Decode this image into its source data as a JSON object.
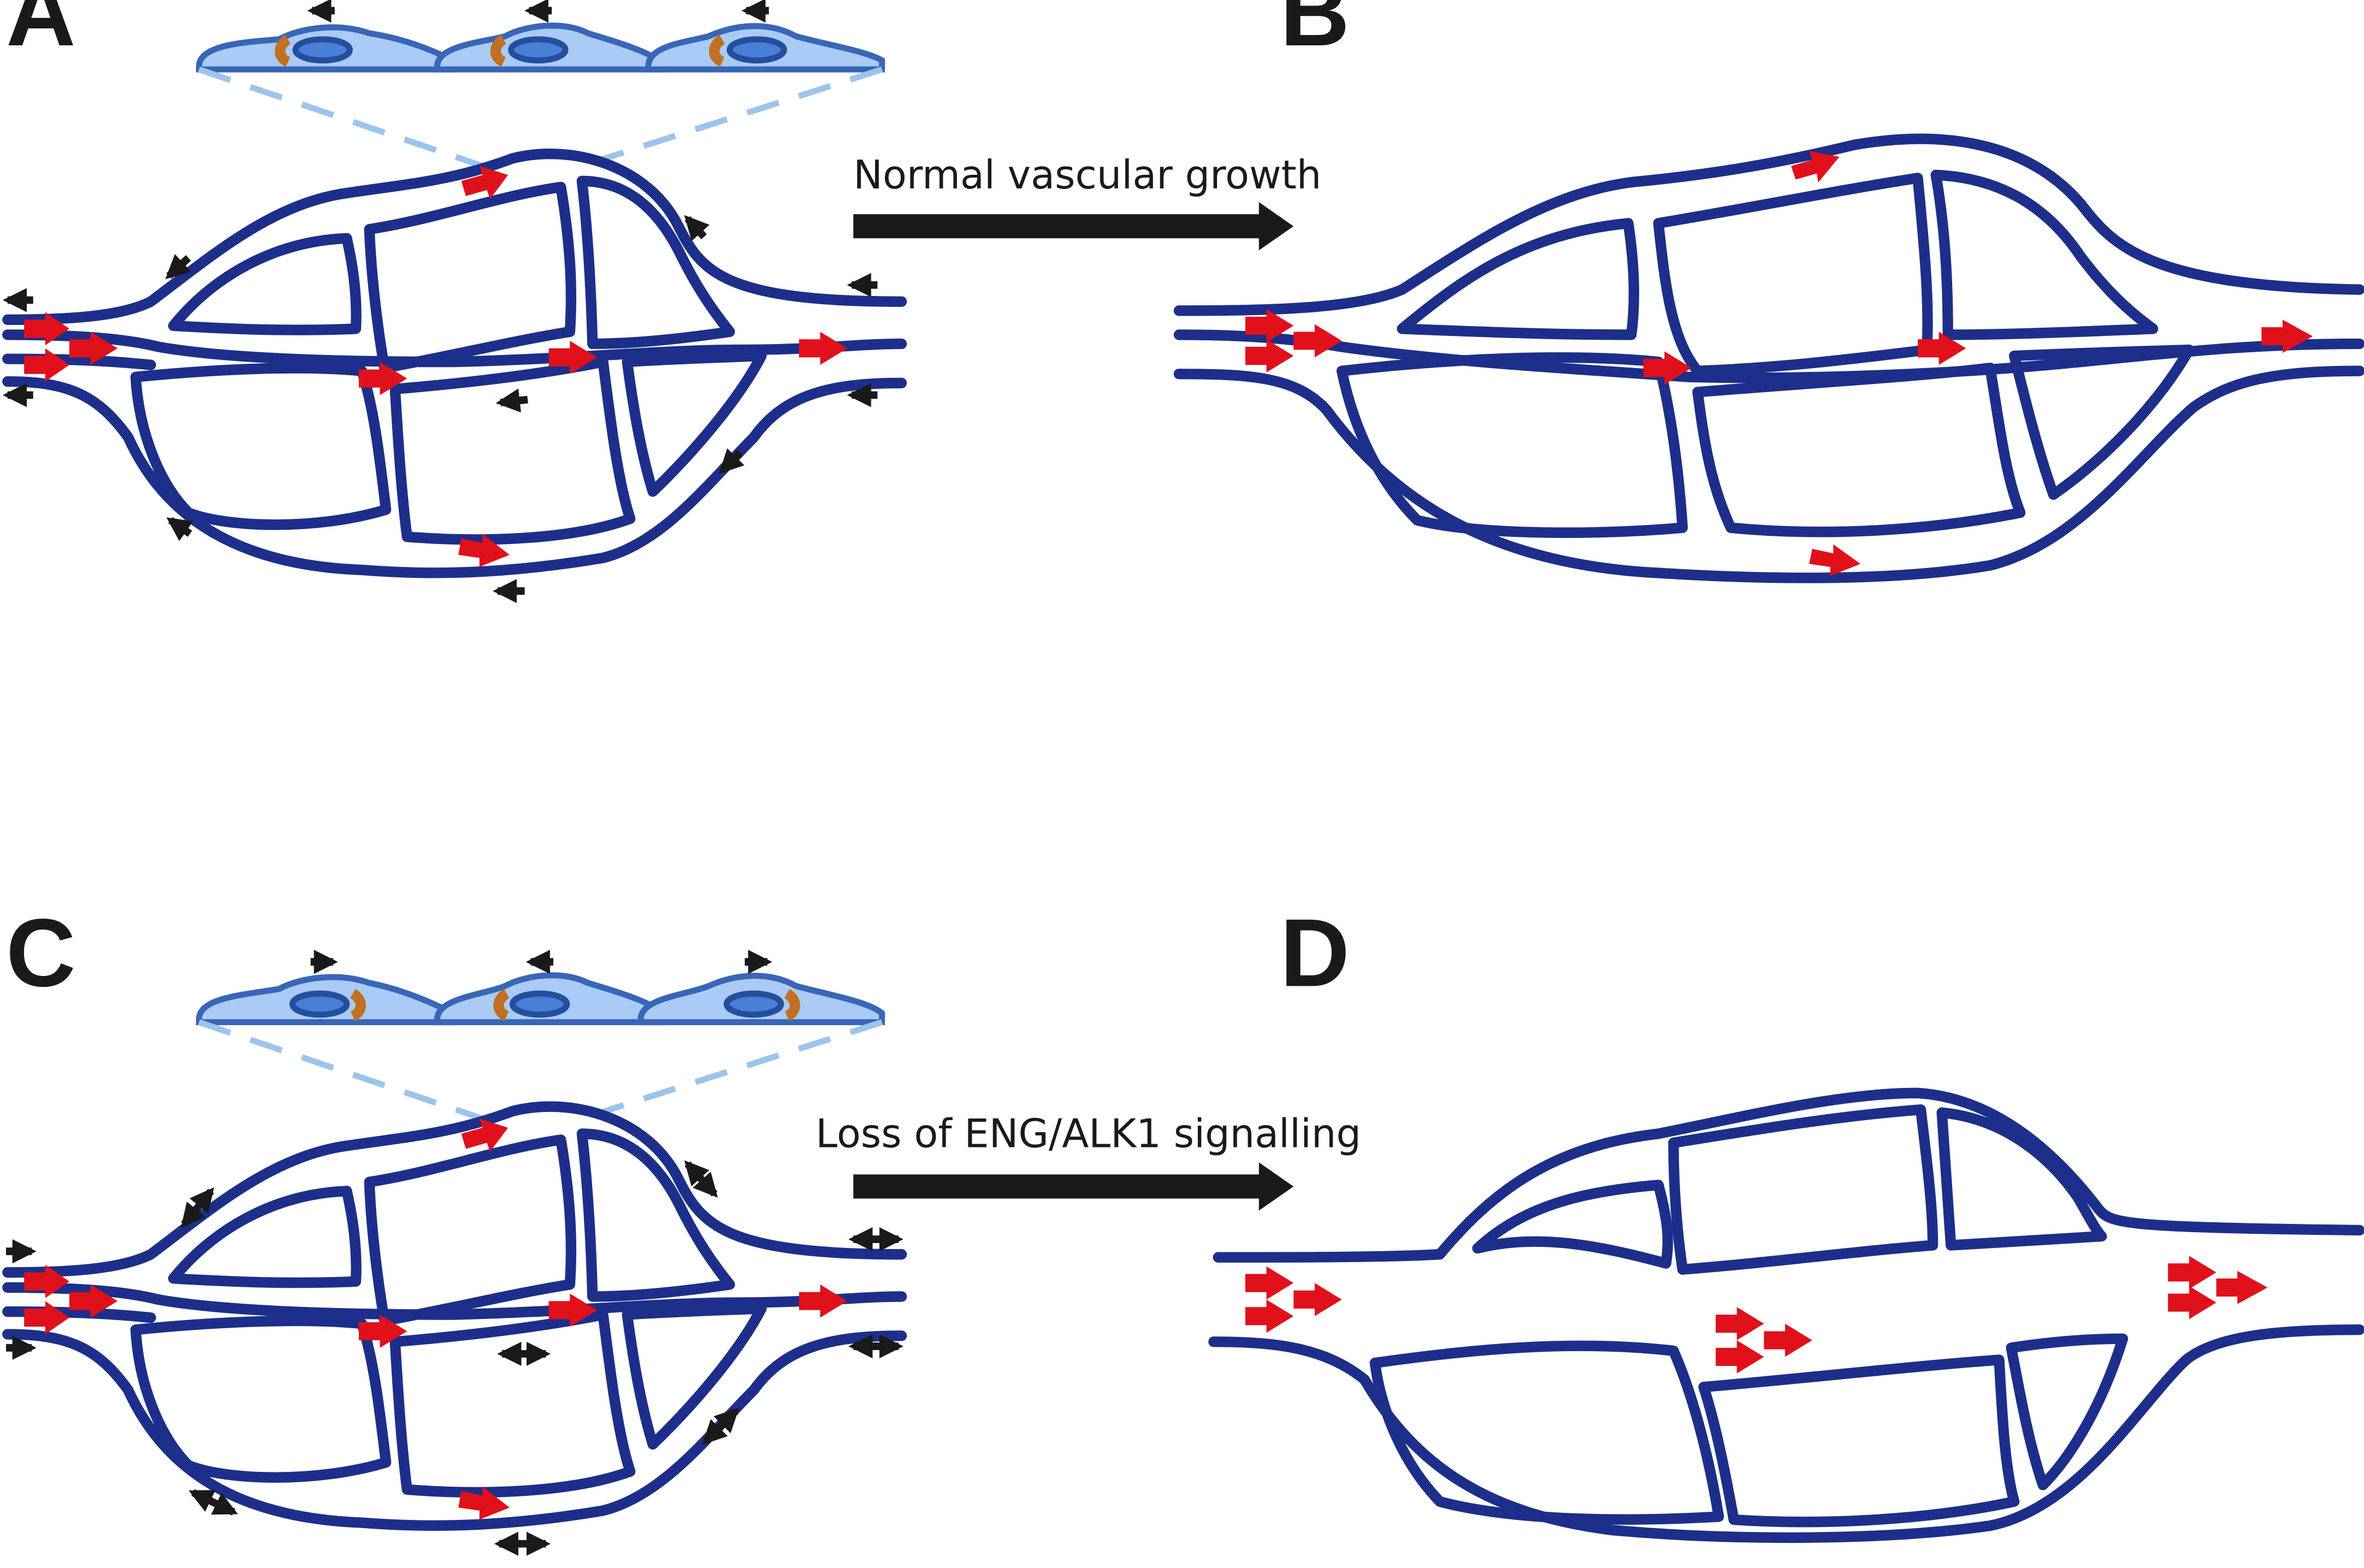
{
  "panels": {
    "a": {
      "letter": "A"
    },
    "b": {
      "letter": "B"
    },
    "c": {
      "letter": "C"
    },
    "d": {
      "letter": "D"
    }
  },
  "transitions": {
    "top": {
      "label": "Normal vascular growth"
    },
    "bottom": {
      "label": "Loss of ENG/ALK1 signalling"
    }
  },
  "colors": {
    "vessel": "#1d2f8a",
    "blood_flow_arrow": "#e0111b",
    "cell_body": "#a9cbf5",
    "nucleus": "#4a7fd6",
    "golgi": "#c07020",
    "migration_arrow": "#1a1a1a"
  },
  "icons": {
    "flow": "red-arrow-icon",
    "migration_against_flow": "black-arrow-left-icon",
    "migration_random": "black-double-arrow-icon",
    "process": "thick-arrow-right-icon"
  }
}
